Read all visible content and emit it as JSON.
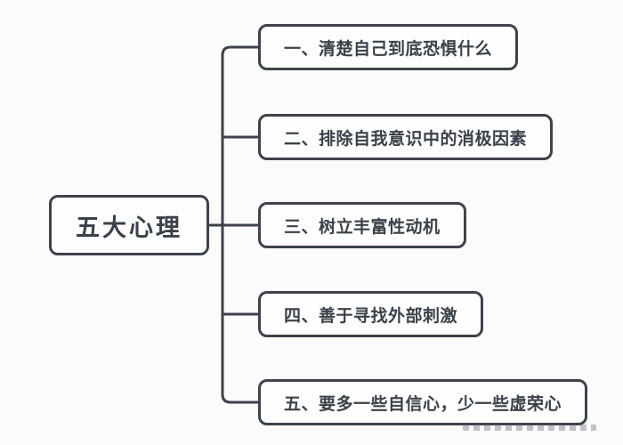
{
  "diagram": {
    "root": {
      "label": "五大心理"
    },
    "branches": [
      {
        "label": "一、清楚自己到底恐惧什么"
      },
      {
        "label": "二、排除自我意识中的消极因素"
      },
      {
        "label": "三、树立丰富性动机"
      },
      {
        "label": "四、善于寻找外部刺激"
      },
      {
        "label": "五、要多一些自信心，少一些虚荣心"
      }
    ]
  },
  "colors": {
    "line": "#3d434b",
    "node_border": "#3d434b",
    "node_fill": "#fdfdfd",
    "text": "#3a4149",
    "background": "#fbfbfb"
  }
}
